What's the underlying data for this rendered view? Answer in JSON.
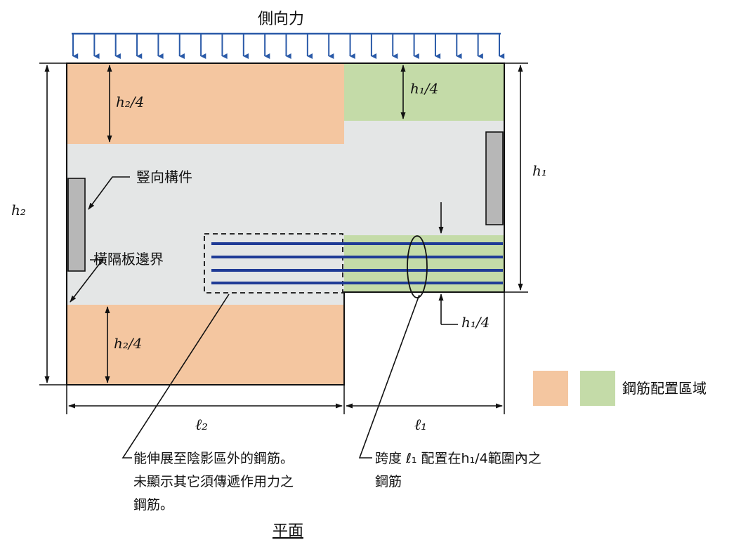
{
  "title": "平面",
  "load_label": "側向力",
  "dimension_labels": {
    "h2": "h₂",
    "h1": "h₁",
    "h2_quarter_top": "h₂/4",
    "h2_quarter_bottom": "h₂/4",
    "h1_quarter_top": "h₁/4",
    "h1_quarter_bottom": "h₁/4",
    "l2": "ℓ₂",
    "l1": "ℓ₁"
  },
  "callouts": {
    "vertical_member": "豎向構件",
    "diaphragm_boundary": "橫隔板邊界",
    "note_left_lines": [
      "能伸展至陰影區外的鋼筋。",
      "未顯示其它須傳遞作用力之",
      "鋼筋。"
    ],
    "note_right_lines": [
      "跨度 ℓ₁ 配置在h₁/4範圍內之",
      "鋼筋"
    ]
  },
  "legend": {
    "label": "鋼筋配置區域"
  },
  "colors": {
    "orange_zone": "#f4c6a0",
    "green_zone": "#c4dba8",
    "slab": "#e4e6e6",
    "rebar": "#1f3b96",
    "load_arrow": "#2a5aa8",
    "vertical_member": "#b7b7b7"
  }
}
